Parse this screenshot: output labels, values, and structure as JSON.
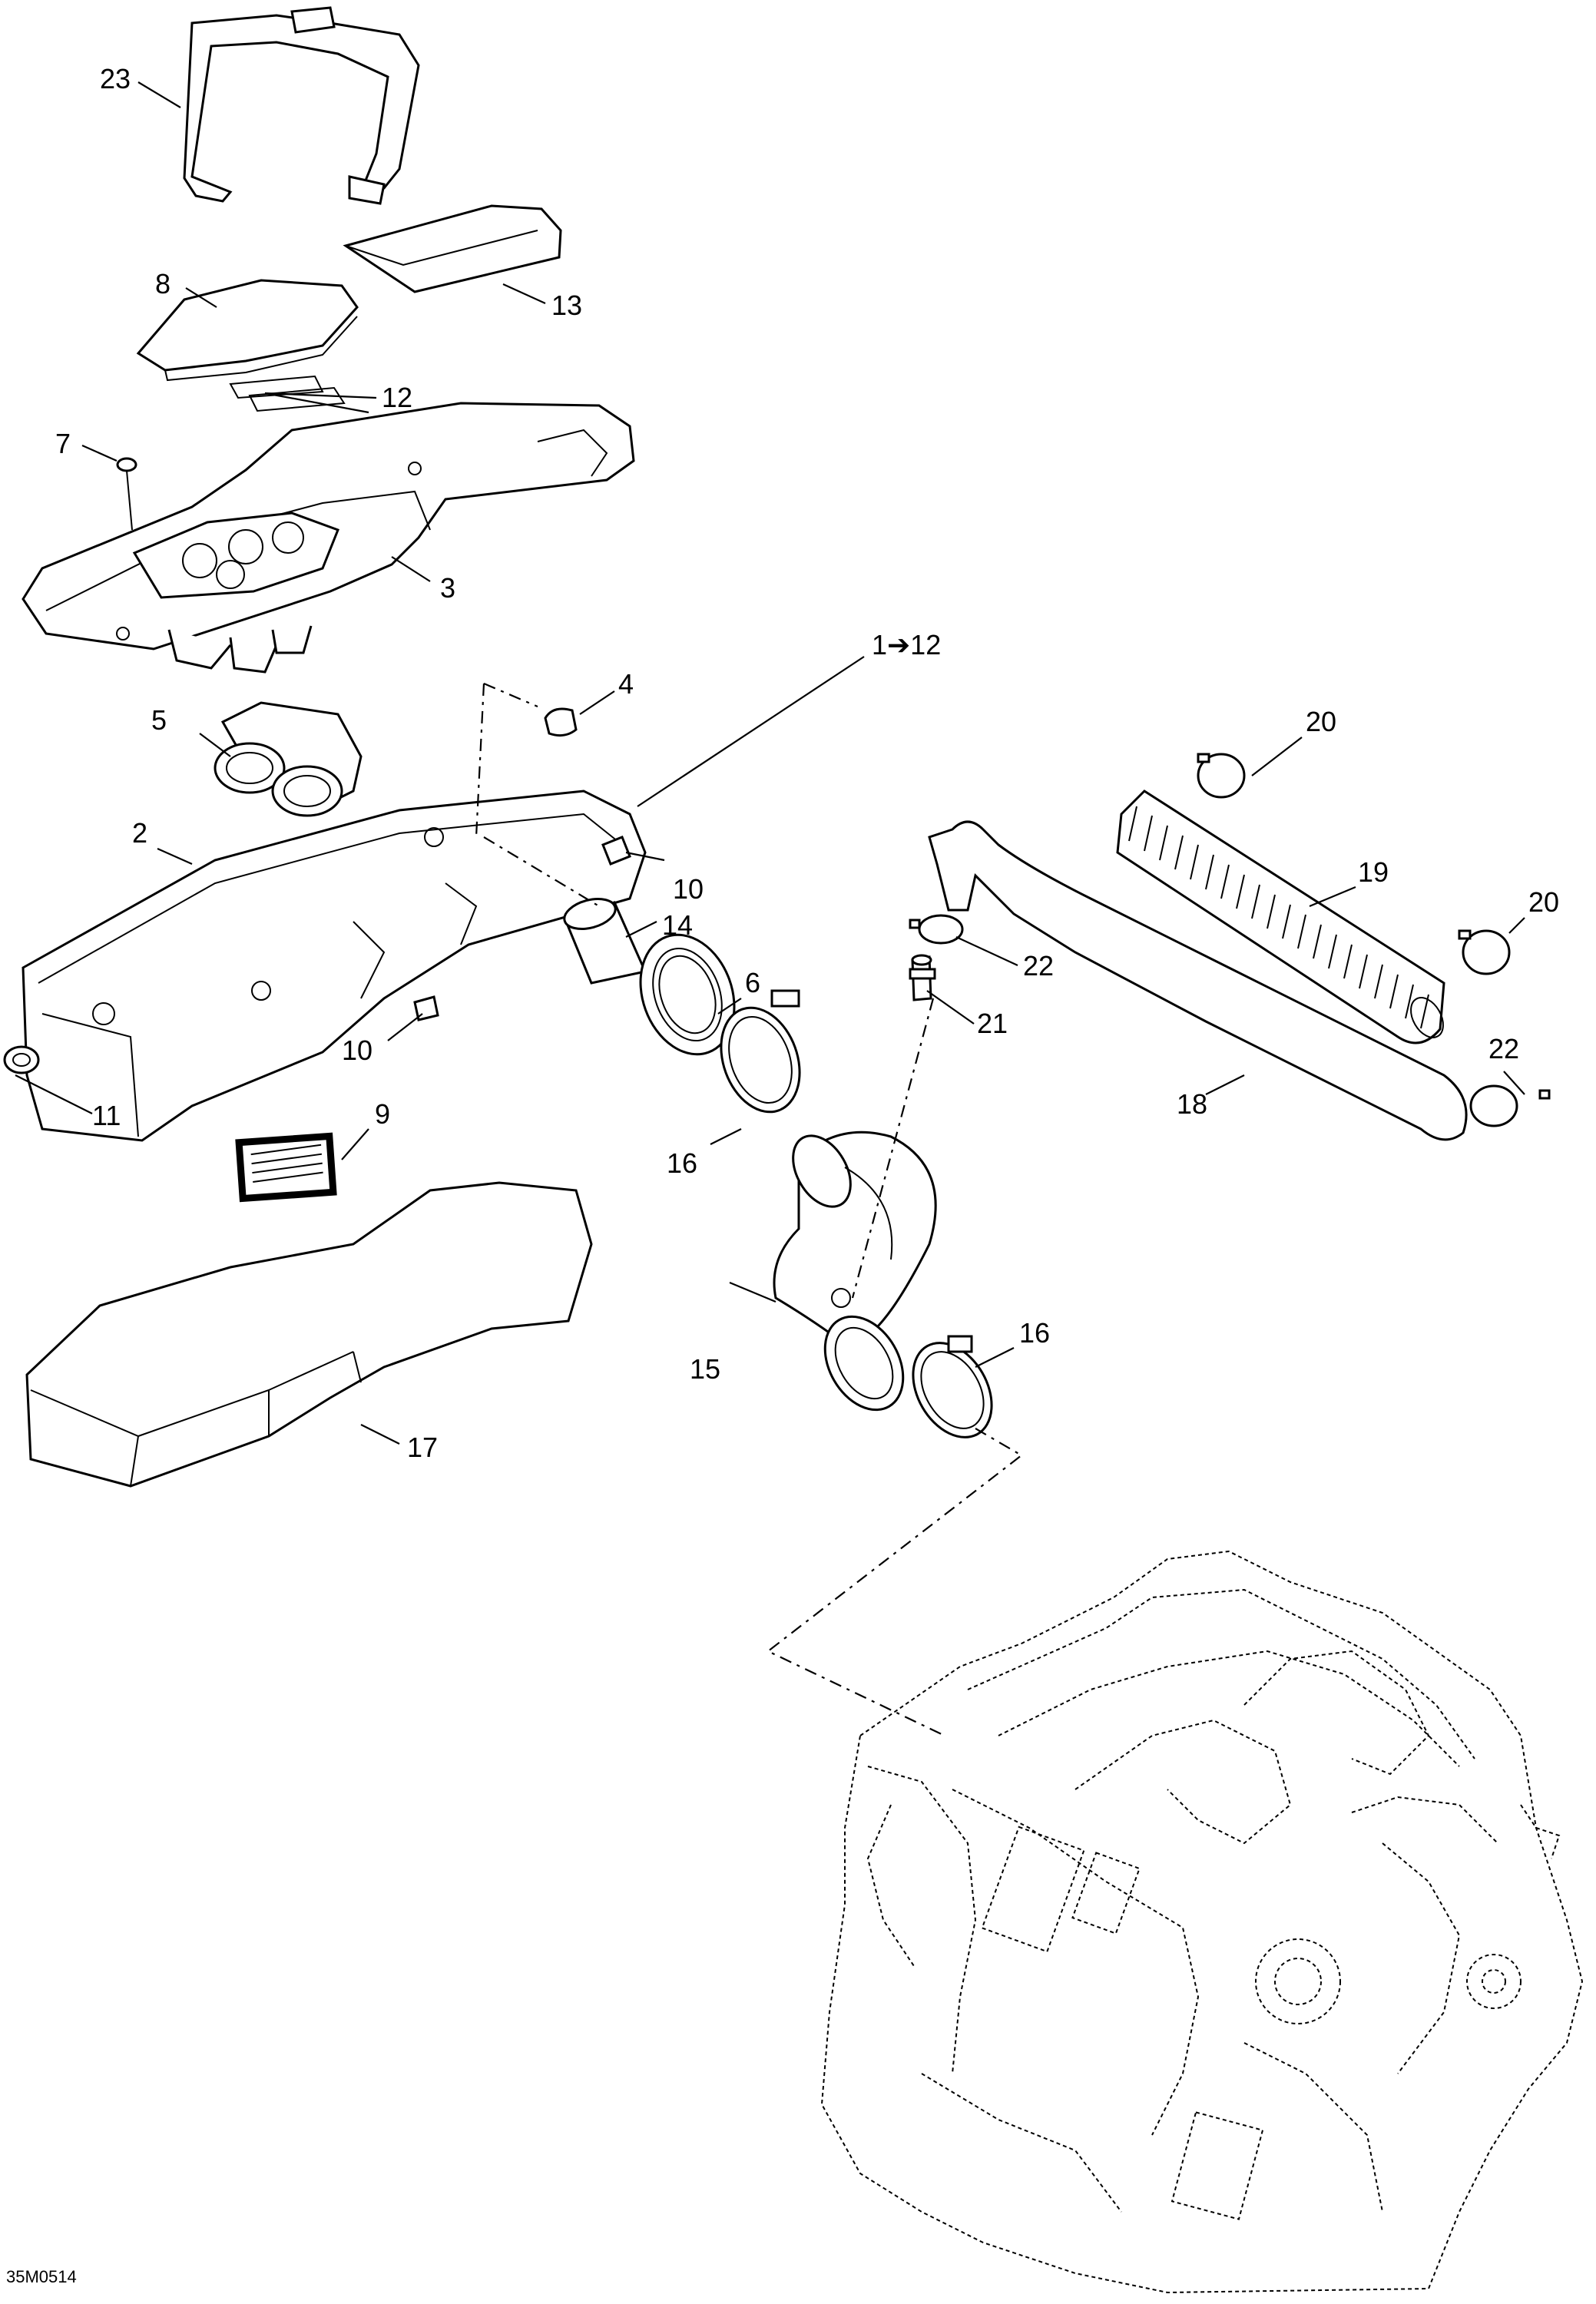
{
  "diagram": {
    "figure_code": "35M0514",
    "callouts": {
      "c23": "23",
      "c8": "8",
      "c13": "13",
      "c12": "12",
      "c7": "7",
      "c3": "3",
      "c1to12": "1➔12",
      "c4": "4",
      "c5": "5",
      "c20a": "20",
      "c2": "2",
      "c19": "19",
      "c10a": "10",
      "c20b": "20",
      "c14": "14",
      "c6": "6",
      "c22a": "22",
      "c10b": "10",
      "c21": "21",
      "c22b": "22",
      "c11": "11",
      "c9": "9",
      "c18": "18",
      "c16a": "16",
      "c16b": "16",
      "c15": "15",
      "c17": "17"
    }
  }
}
